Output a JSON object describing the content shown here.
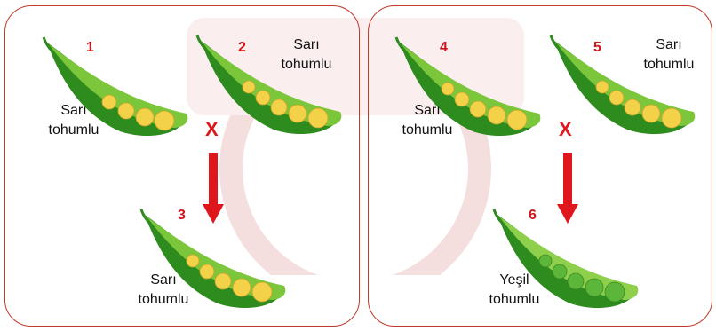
{
  "panels": [
    {
      "pods": [
        {
          "number": "1",
          "label_line1": "Sarı",
          "label_line2": "tohumlu",
          "seed_color": "yellow"
        },
        {
          "number": "2",
          "label_line1": "Sarı",
          "label_line2": "tohumlu",
          "seed_color": "yellow"
        },
        {
          "number": "3",
          "label_line1": "Sarı",
          "label_line2": "tohumlu",
          "seed_color": "yellow"
        }
      ],
      "cross_symbol": "X"
    },
    {
      "pods": [
        {
          "number": "4",
          "label_line1": "Sarı",
          "label_line2": "tohumlu",
          "seed_color": "yellow"
        },
        {
          "number": "5",
          "label_line1": "Sarı",
          "label_line2": "tohumlu",
          "seed_color": "yellow"
        },
        {
          "number": "6",
          "label_line1": "Yeşil",
          "label_line2": "tohumlu",
          "seed_color": "green"
        }
      ],
      "cross_symbol": "X"
    }
  ],
  "colors": {
    "border": "#c0392b",
    "number": "#d0141a",
    "arrow": "#e0161d",
    "pod_dark": "#2e8b1e",
    "pod_light": "#7bc63a",
    "seed_yellow": "#f3d24a",
    "seed_green": "#5cb63a"
  }
}
